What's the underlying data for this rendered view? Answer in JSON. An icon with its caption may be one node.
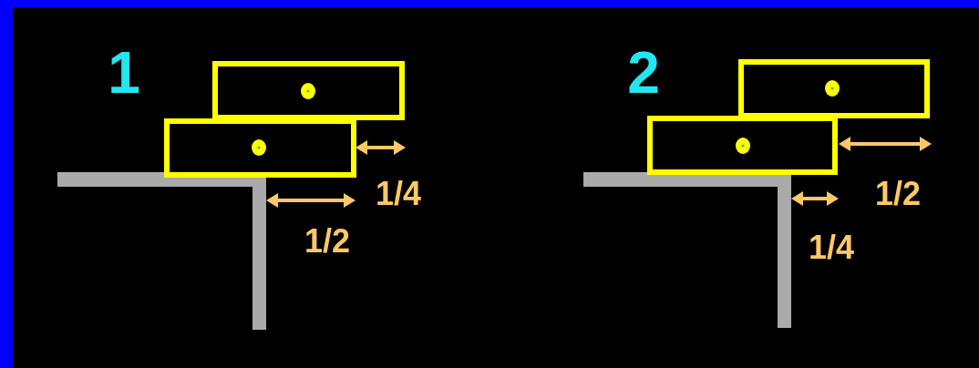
{
  "diagram": {
    "labels": [
      "1",
      "1/4",
      "1/2",
      "2",
      "1/2",
      "1/4"
    ]
  }
}
